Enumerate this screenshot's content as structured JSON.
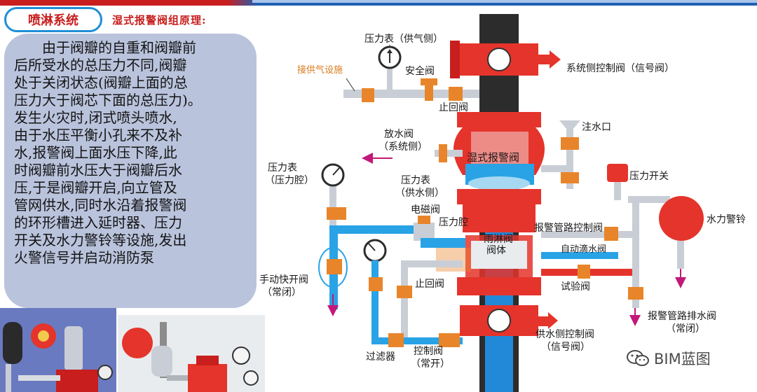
{
  "header": {
    "section_label": "喷淋系统",
    "subtitle": "湿式报警阀组原理:"
  },
  "description": {
    "lines": [
      "由于阀瓣的自重和阀瓣前",
      "后所受水的总压力不同,阀瓣",
      "处于关闭状态(阀瓣上面的总",
      "压力大于阀芯下面的总压力)。",
      "发生火灾时,闭式喷头喷水,",
      "由于水压平衡小孔来不及补",
      "水,报警阀上面水压下降,此",
      "时阀瓣前水压大于阀瓣后水",
      "压,于是阀瓣开启,向立管及",
      "管网供水,同时水沿着报警阀",
      "的环形槽进入延时器、压力",
      "开关及水力警铃等设施,发出",
      "火警信号并启动消防泵"
    ]
  },
  "diagram": {
    "labels": {
      "pressure_gauge_supply": "压力表（供气侧）",
      "connect_air_supply": "接供气设施",
      "safety_valve": "安全阀",
      "check_valve_top": "止回阀",
      "system_control_valve": "系统侧控制阀（信号阀）",
      "drain_valve": "放水阀",
      "drain_valve_note": "（系统侧）",
      "wet_alarm_valve": "湿式报警阀",
      "fill_port": "注水口",
      "pressure_gauge_chamber": "压力表",
      "pressure_gauge_chamber_note": "（压力腔）",
      "pressure_gauge_supply_side": "压力表",
      "pressure_gauge_supply_side_note": "（供水侧）",
      "pressure_switch": "压力开关",
      "solenoid_valve": "电磁阀",
      "water_gong": "水力警铃",
      "pressure_chamber": "压力腔",
      "alarm_line_control_valve": "报警管路控制阀",
      "deluge_valve_body": "雨淋阀",
      "deluge_valve_body_2": "阀体",
      "auto_drip_valve": "自动滴水阀",
      "manual_quick_open_valve": "手动快开阀",
      "manual_quick_open_note": "（常闭）",
      "check_valve_bottom": "止回阀",
      "test_valve": "试验阀",
      "alarm_line_drain_valve": "报警管路排水阀",
      "alarm_line_drain_note": "（常闭）",
      "supply_control_valve": "供水侧控制阀",
      "supply_control_note": "（信号阀）",
      "filter": "过滤器",
      "control_valve": "控制阀",
      "control_valve_note": "（常开）"
    }
  },
  "watermark": {
    "text": "BIM蓝图",
    "icon": "wechat-icon"
  },
  "colors": {
    "accent_red": "#c81e1e",
    "pipe_blue": "#29a3e6",
    "valve_red": "#e5342b",
    "main_pipe": "#2c2c2c",
    "bubble": "#b9c3dc",
    "fitting_orange": "#e8852a",
    "pipe_gray": "#c9ced6"
  }
}
